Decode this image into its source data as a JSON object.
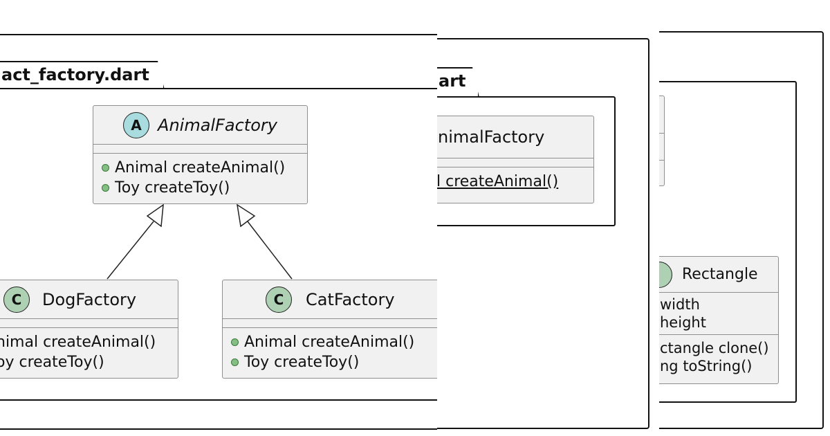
{
  "panels": {
    "left": {
      "package_label": "act_factory.dart",
      "abstract_class": {
        "badge": "A",
        "name": "AnimalFactory",
        "methods": [
          "Animal createAnimal()",
          "Toy createToy()"
        ]
      },
      "dog_factory": {
        "badge": "C",
        "name": "DogFactory",
        "methods": [
          "nimal createAnimal()",
          "oy createToy()"
        ]
      },
      "cat_factory": {
        "badge": "C",
        "name": "CatFactory",
        "methods": [
          "Animal createAnimal()",
          "Toy createToy()"
        ]
      }
    },
    "middle": {
      "package_label": "art",
      "class_name": "nimalFactory",
      "method": "l createAnimal()"
    },
    "right": {
      "rectangle": {
        "name": "Rectangle",
        "fields": [
          "width",
          "height"
        ],
        "methods": [
          "ctangle clone()",
          "ng toString()"
        ]
      }
    }
  },
  "colors": {
    "class_fill": "#f1f1f1",
    "class_border": "#8e8e8e",
    "class_badge": "#add1b2",
    "abstract_badge": "#a9dcdf",
    "public_dot": "#84be84"
  }
}
